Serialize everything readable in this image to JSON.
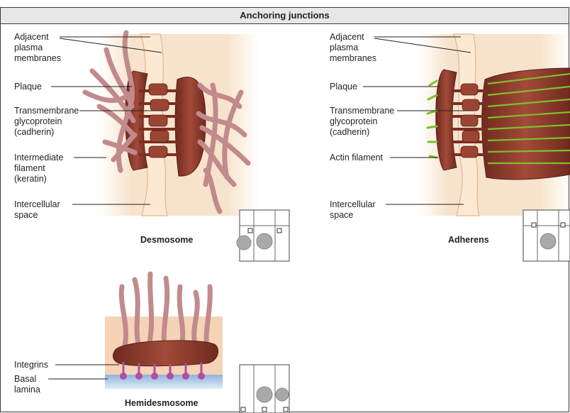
{
  "title": "Anchoring junctions",
  "desmosome": {
    "caption": "Desmosome",
    "labels": {
      "adjacent": "Adjacent\nplasma\nmembranes",
      "plaque": "Plaque",
      "transmembrane": "Transmembrane\nglycoprotein\n(cadherin)",
      "intermediate": "Intermediate\nfilament\n(keratin)",
      "intercellular": "Intercellular\nspace"
    }
  },
  "adherens": {
    "caption": "Adherens",
    "labels": {
      "adjacent": "Adjacent\nplasma\nmembranes",
      "plaque": "Plaque",
      "transmembrane": "Transmembrane\nglycoprotein\n(cadherin)",
      "actin": "Actin filament",
      "intercellular": "Intercellular\nspace"
    }
  },
  "hemidesmosome": {
    "caption": "Hemidesmosome",
    "labels": {
      "integrins": "Integrins",
      "basal": "Basal\nlamina"
    }
  },
  "colors": {
    "plaque": "#8e3a2c",
    "keratin": "#c28a8c",
    "actin": "#7fbf2a",
    "membrane": "#f5dcc0",
    "integrin": "#b04fa3",
    "lamina": "#b9cfe6"
  }
}
